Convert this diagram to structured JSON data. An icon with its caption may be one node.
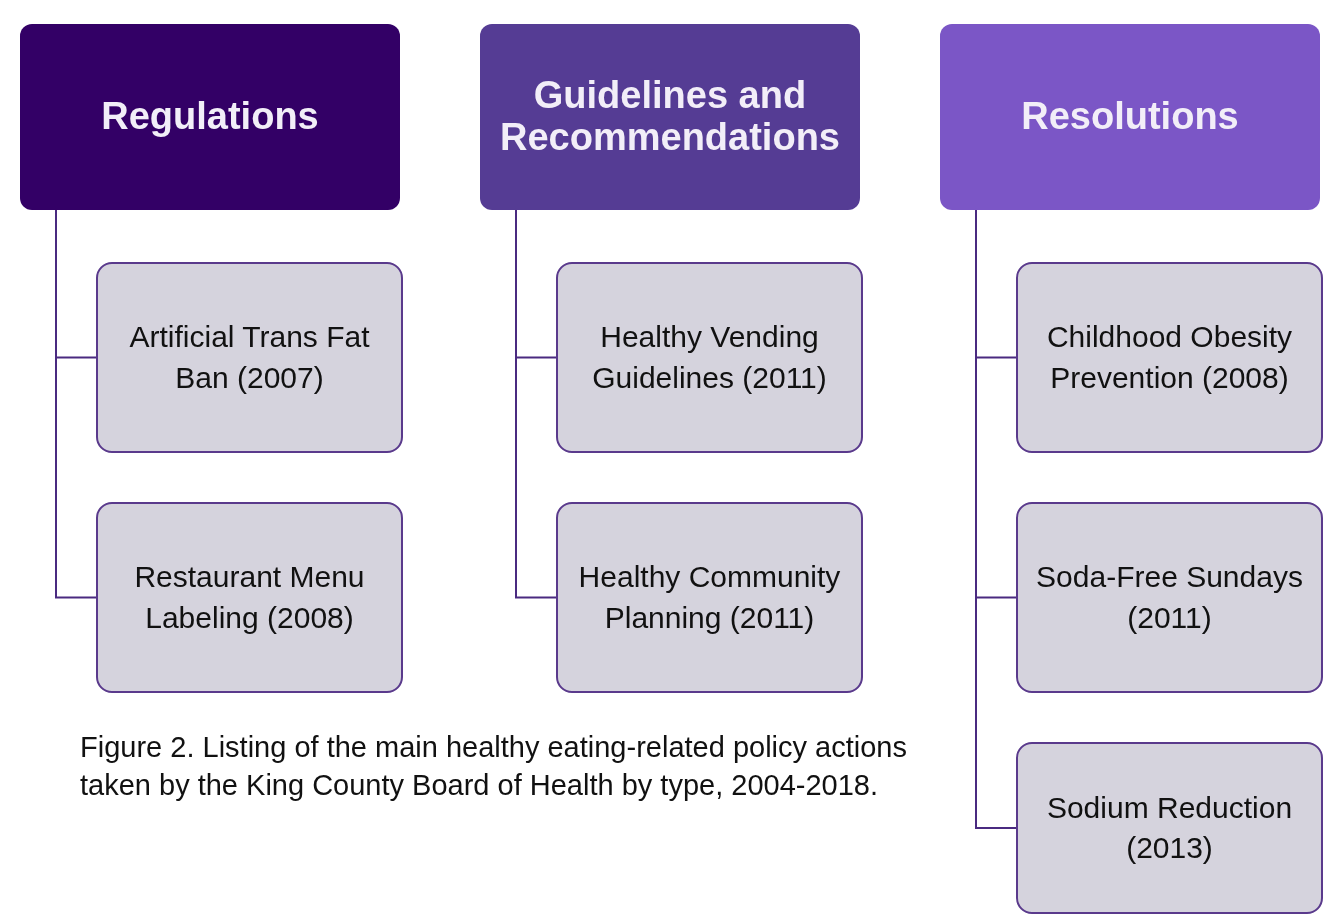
{
  "diagram": {
    "caption": "Figure 2. Listing of the main healthy eating-related policy actions taken by the King County Board of Health by type, 2004-2018.",
    "nodes": [
      {
        "text": [
          "Regulations"
        ]
      },
      {
        "text": [
          "Artificial Trans Fat Ban (2007)"
        ]
      },
      {
        "text": [
          "Restaurant Menu Labeling (2008)"
        ]
      },
      {
        "text": [
          "Guidelines and Recommendations"
        ]
      },
      {
        "text": [
          "Healthy Vending Guidelines (2011)"
        ]
      },
      {
        "text": [
          "Healthy Community Planning (2011)"
        ]
      },
      {
        "text": [
          "Resolutions"
        ]
      },
      {
        "text": [
          "Childhood Obesity Prevention (2008)"
        ]
      },
      {
        "text": [
          "Soda-Free Sundays (2011)"
        ]
      },
      {
        "text": [
          "Sodium Reduction (2013)"
        ]
      }
    ],
    "edges": [
      {
        "from": 0,
        "to": 1,
        "arrow": "none"
      },
      {
        "from": 0,
        "to": 2,
        "arrow": "none"
      },
      {
        "from": 3,
        "to": 4,
        "arrow": "none"
      },
      {
        "from": 3,
        "to": 5,
        "arrow": "none"
      },
      {
        "from": 6,
        "to": 7,
        "arrow": "none"
      },
      {
        "from": 6,
        "to": 8,
        "arrow": "none"
      },
      {
        "from": 6,
        "to": 9,
        "arrow": "none"
      }
    ]
  }
}
